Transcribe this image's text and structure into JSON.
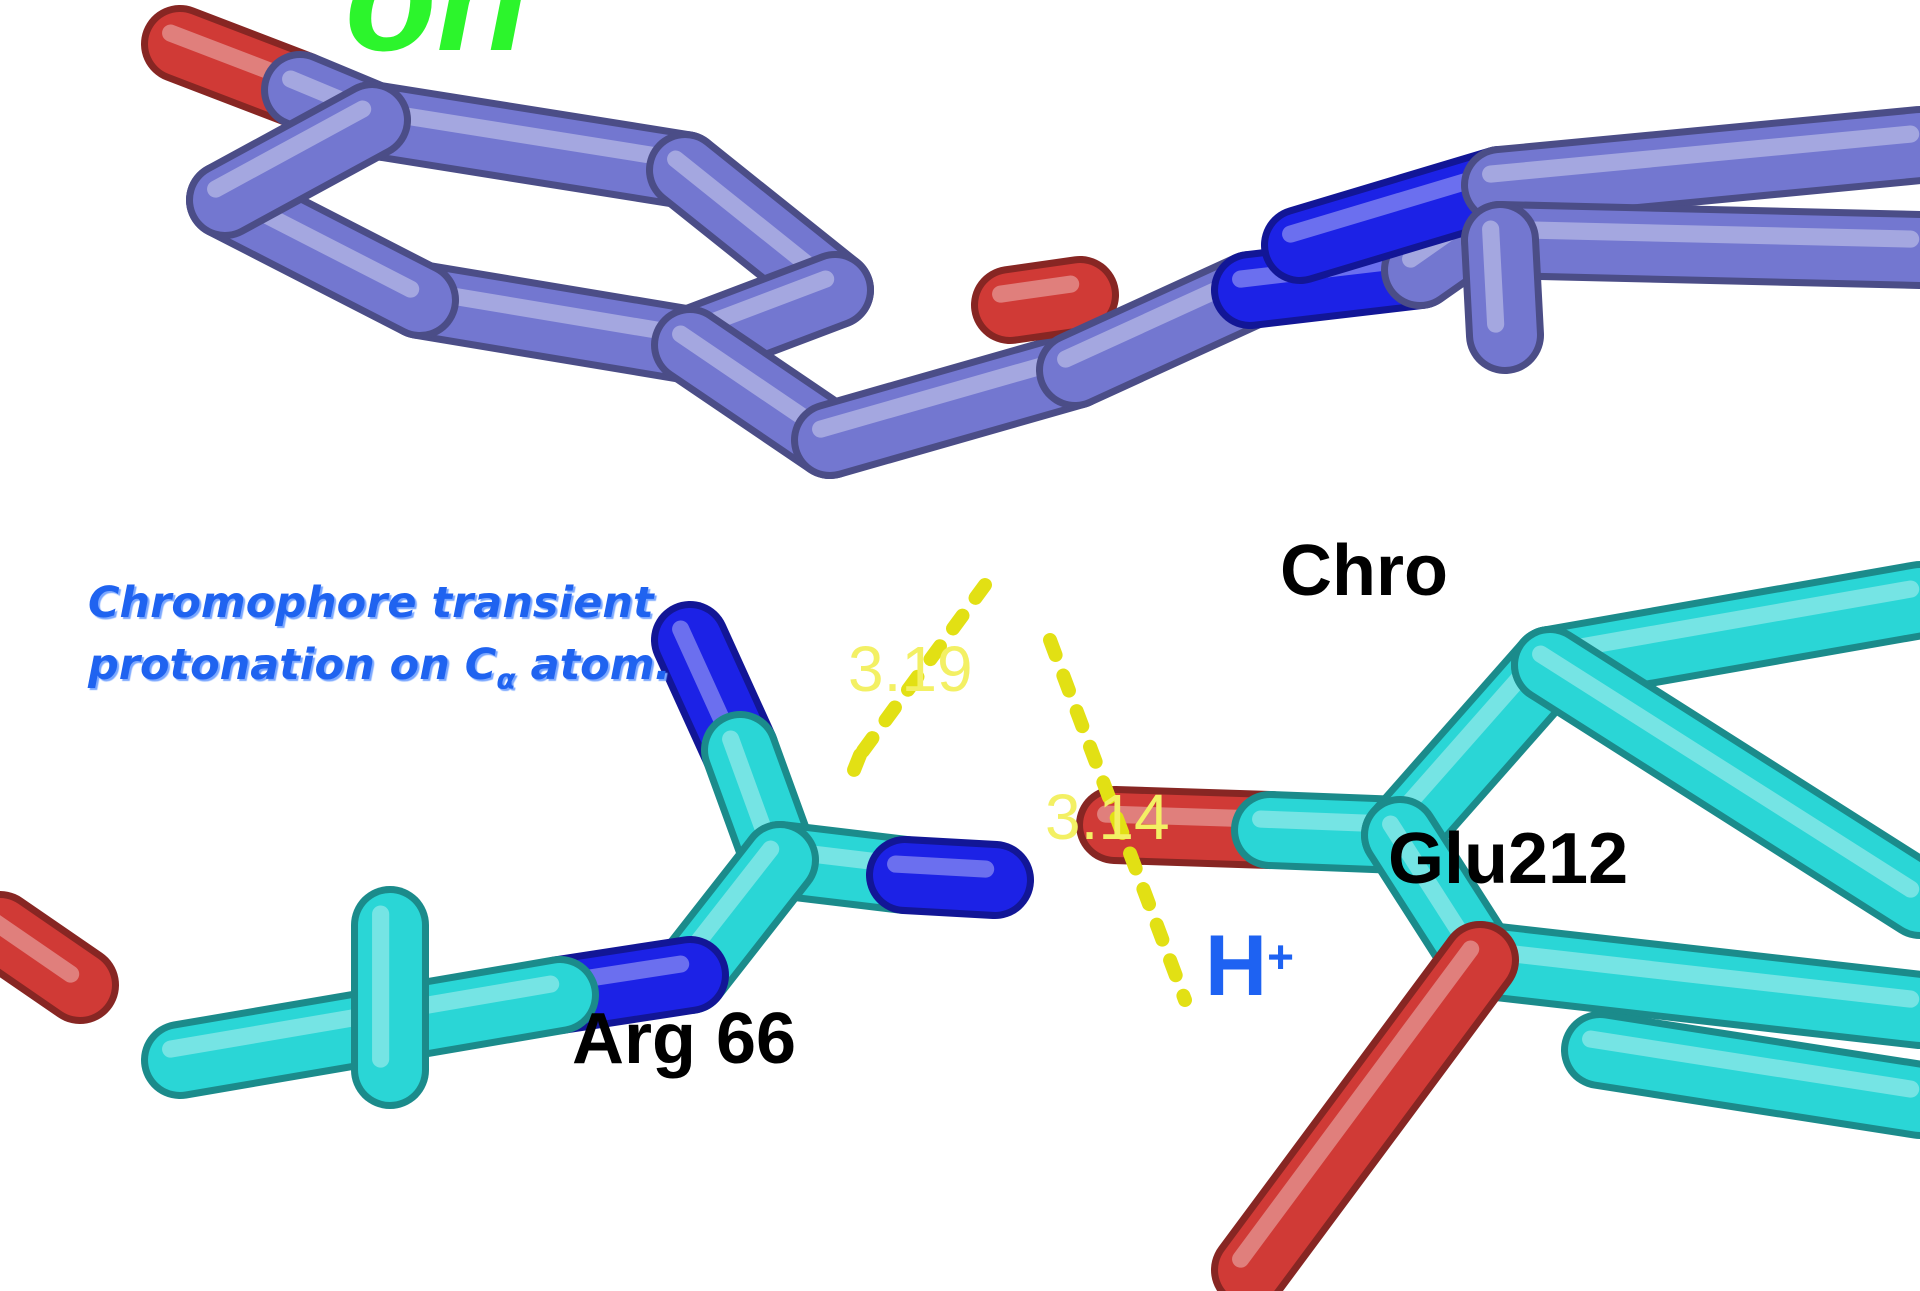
{
  "labels": {
    "chromophore": "Chro",
    "glu": "Glu212",
    "arg": "Arg 66",
    "proton": "H",
    "proton_charge": "+",
    "top_partial": "on"
  },
  "note": {
    "line1": "Chromophore transient",
    "line2_prefix": "protonation on C",
    "line2_subscript": "α",
    "line2_suffix": " atom."
  },
  "distances": {
    "d1": "3.19",
    "d2": "3.14"
  },
  "colors": {
    "carbon_chromophore": "#7377d0",
    "carbon_protein": "#2ad6d6",
    "nitrogen": "#1c22e6",
    "oxygen": "#d03a36",
    "hbond": "#e2e014"
  }
}
